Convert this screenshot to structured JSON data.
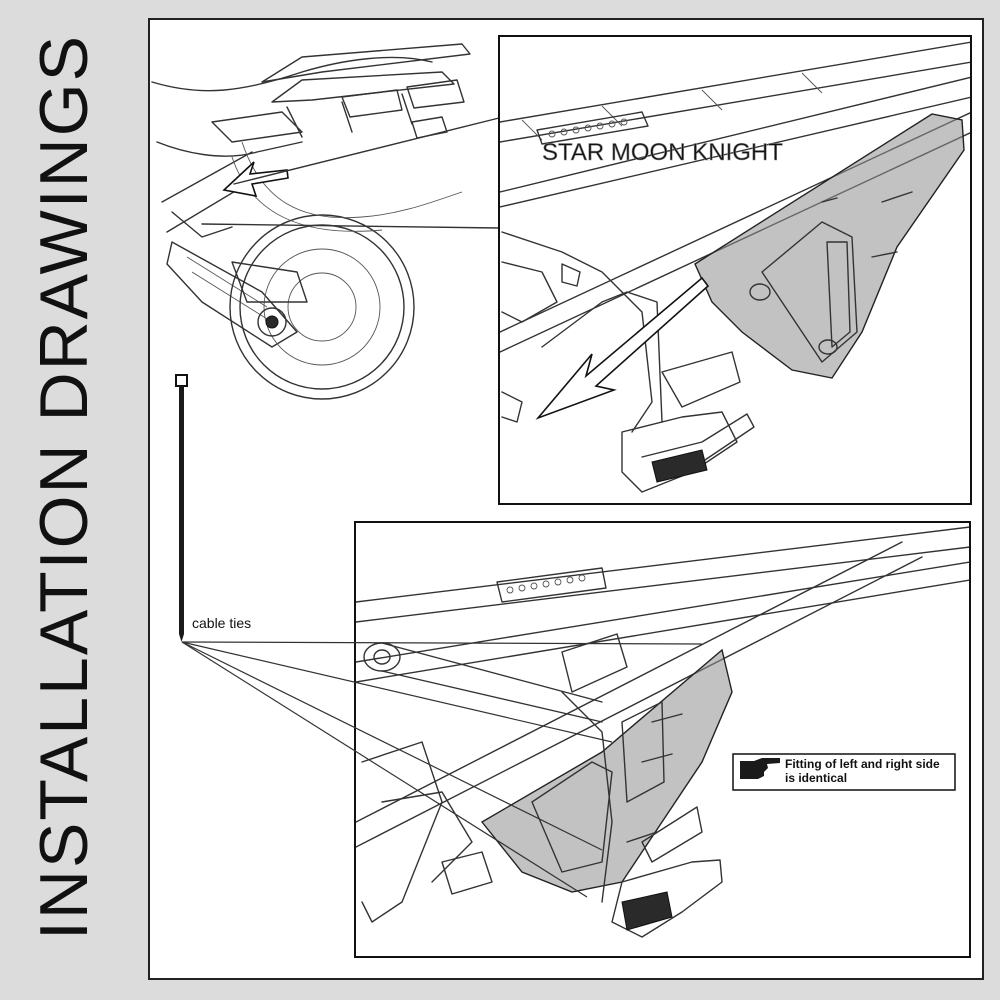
{
  "page_title": "INSTALLATION DRAWINGS",
  "watermark": "STAR MOON KNIGHT",
  "cable_tie_label": "cable ties",
  "note": {
    "line1": "Fitting of left and right side",
    "line2": "is identical"
  },
  "icons": {
    "note_icon": "pointing-hand-icon",
    "cable_tie_icon": "cable-tie-icon"
  },
  "colors": {
    "background": "#dcdcdc",
    "sheet": "#ffffff",
    "fender_fill": "#8f8f8f",
    "ink": "#222222"
  }
}
